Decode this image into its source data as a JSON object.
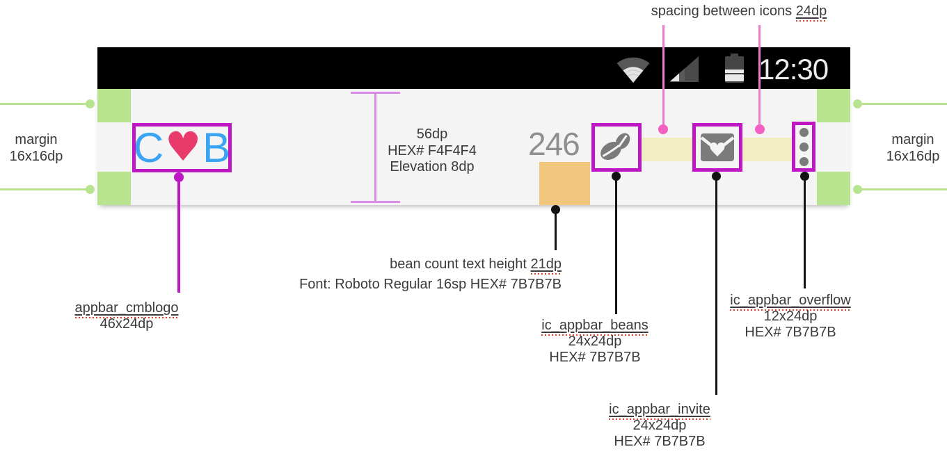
{
  "status_bar": {
    "time": "12:30",
    "icons": [
      "wifi-icon",
      "signal-icon",
      "battery-icon"
    ]
  },
  "appbar": {
    "logo_c": "C",
    "logo_heart": "♥",
    "logo_b": "B",
    "bean_count": "246"
  },
  "annotations": {
    "spacing": {
      "prefix": "spacing between icons",
      "value": "24dp"
    },
    "margin_left": {
      "line1": "margin",
      "line2": "16x16dp"
    },
    "margin_right": {
      "line1": "margin",
      "line2": "16x16dp"
    },
    "appbar_spec": {
      "height": "56dp",
      "hex": "HEX# F4F4F4",
      "elevation": "Elevation 8dp"
    },
    "bean_count": {
      "prefix": "bean count text height",
      "value": "21dp",
      "font": "Font: Roboto Regular 16sp HEX# 7B7B7B"
    },
    "logo": {
      "name": "appbar_cmblogo",
      "size": "46x24dp"
    },
    "beans": {
      "name": "ic_appbar_beans",
      "size": "24x24dp",
      "hex": "HEX# 7B7B7B"
    },
    "invite": {
      "name": "ic_appbar_invite",
      "size": "24x24dp",
      "hex": "HEX# 7B7B7B"
    },
    "overflow": {
      "name": "ic_appbar_overflow",
      "size": "12x24dp",
      "hex": "HEX# 7B7B7B"
    }
  },
  "colors": {
    "appbar_bg": "#F4F4F4",
    "icon_gray": "#7B7B7B",
    "margin_green": "#B9E48F",
    "spacing_yellow": "#F1EEC2",
    "text_height_orange": "#F3C67E",
    "outline_magenta": "#BD18C4",
    "measure_violet": "#D98DE8",
    "leader_pink": "#F277D0",
    "logo_blue": "#3BA4F2",
    "logo_heart_pink": "#E93A6C"
  }
}
